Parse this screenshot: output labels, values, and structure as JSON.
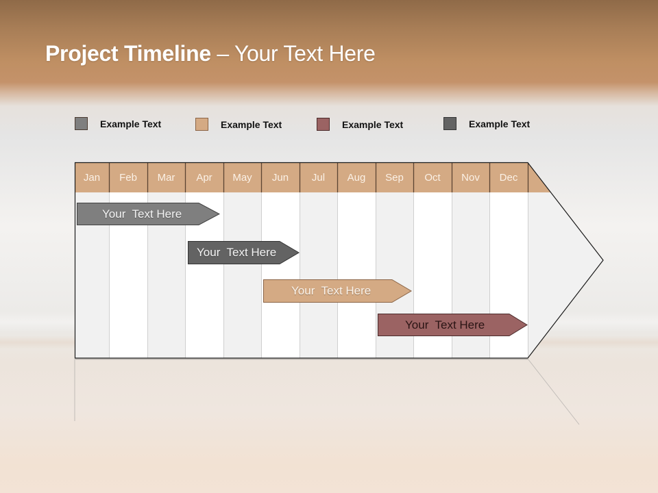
{
  "title": {
    "bold": "Project Timeline",
    "light": " – Your Text Here"
  },
  "legend": [
    {
      "label": "Example Text",
      "color": "#7f7f7f"
    },
    {
      "label": "Example Text",
      "color": "#d4aa84"
    },
    {
      "label": "Example Text",
      "color": "#9b6363"
    },
    {
      "label": "Example Text",
      "color": "#636363"
    }
  ],
  "months": [
    "Jan",
    "Feb",
    "Mar",
    "Apr",
    "May",
    "Jun",
    "Jul",
    "Aug",
    "Sep",
    "Oct",
    "Nov",
    "Dec"
  ],
  "colors": {
    "header": "#d4aa84",
    "column_light": "#f1f1f1",
    "column_white": "#ffffff",
    "outline": "#1a1a1a"
  },
  "bars": [
    {
      "label": "Your  Text Here",
      "color": "#7f7f7f",
      "text_color": "#f4f4f4",
      "start_month": "Jan",
      "end_month": "Apr"
    },
    {
      "label": "Your  Text Here",
      "color": "#636363",
      "text_color": "#f4f4f4",
      "start_month": "Apr",
      "end_month": "Jun"
    },
    {
      "label": "Your  Text Here",
      "color": "#d4aa84",
      "text_color": "#fbf3ea",
      "start_month": "Jun",
      "end_month": "Sep"
    },
    {
      "label": "Your  Text Here",
      "color": "#9b6363",
      "text_color": "#2a1414",
      "start_month": "Sep",
      "end_month": "Dec"
    }
  ],
  "chart_data": {
    "type": "gantt",
    "title": "Project Timeline – Your Text Here",
    "categories": [
      "Jan",
      "Feb",
      "Mar",
      "Apr",
      "May",
      "Jun",
      "Jul",
      "Aug",
      "Sep",
      "Oct",
      "Nov",
      "Dec"
    ],
    "legend": [
      "Example Text",
      "Example Text",
      "Example Text",
      "Example Text"
    ],
    "tasks": [
      {
        "label": "Your Text Here",
        "start": "Jan",
        "end": "Apr",
        "color": "#7f7f7f"
      },
      {
        "label": "Your Text Here",
        "start": "Apr",
        "end": "Jun",
        "color": "#636363"
      },
      {
        "label": "Your Text Here",
        "start": "Jun",
        "end": "Sep",
        "color": "#d4aa84"
      },
      {
        "label": "Your Text Here",
        "start": "Sep",
        "end": "Dec",
        "color": "#9b6363"
      }
    ]
  }
}
